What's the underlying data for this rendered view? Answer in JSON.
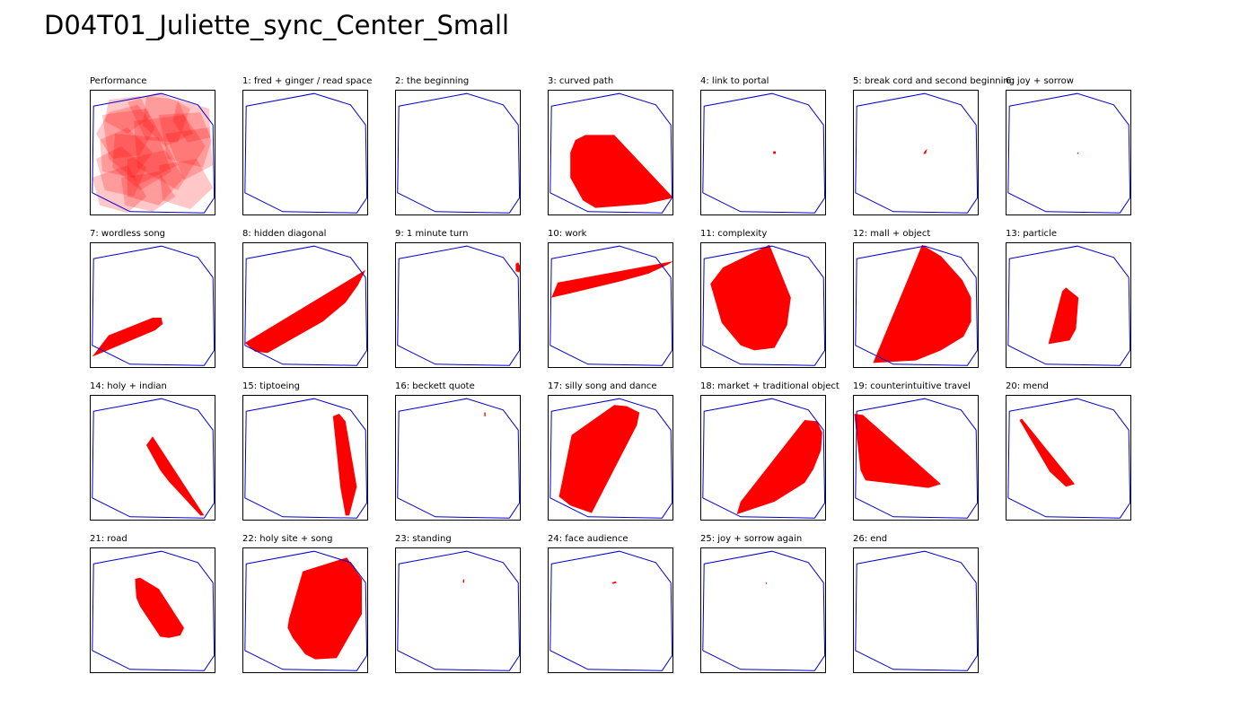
{
  "title": "D04T01_Juliette_sync_Center_Small",
  "colors": {
    "stage_outline": "#0000cc",
    "hull_fill": "#ff0000",
    "frame": "#000000"
  },
  "chart_data": {
    "type": "area",
    "coordinate_range": {
      "x": [
        0,
        1
      ],
      "y": [
        0,
        1
      ]
    },
    "stage_outline": [
      [
        0.03,
        0.13
      ],
      [
        0.57,
        0.03
      ],
      [
        0.86,
        0.12
      ],
      [
        0.98,
        0.28
      ],
      [
        0.99,
        0.86
      ],
      [
        0.91,
        0.98
      ],
      [
        0.32,
        0.97
      ],
      [
        0.02,
        0.82
      ]
    ],
    "panels": [
      {
        "title": "Performance",
        "hulls": [
          [
            [
              0.05,
              0.35
            ],
            [
              0.15,
              0.18
            ],
            [
              0.38,
              0.12
            ],
            [
              0.52,
              0.3
            ],
            [
              0.4,
              0.52
            ],
            [
              0.18,
              0.55
            ]
          ],
          [
            [
              0.3,
              0.1
            ],
            [
              0.55,
              0.02
            ],
            [
              0.8,
              0.15
            ],
            [
              0.7,
              0.42
            ],
            [
              0.45,
              0.4
            ]
          ],
          [
            [
              0.55,
              0.2
            ],
            [
              0.88,
              0.18
            ],
            [
              0.97,
              0.4
            ],
            [
              0.9,
              0.62
            ],
            [
              0.62,
              0.55
            ]
          ],
          [
            [
              0.05,
              0.55
            ],
            [
              0.25,
              0.45
            ],
            [
              0.45,
              0.62
            ],
            [
              0.35,
              0.85
            ],
            [
              0.12,
              0.8
            ]
          ],
          [
            [
              0.3,
              0.55
            ],
            [
              0.6,
              0.48
            ],
            [
              0.75,
              0.7
            ],
            [
              0.55,
              0.92
            ],
            [
              0.3,
              0.85
            ]
          ],
          [
            [
              0.55,
              0.6
            ],
            [
              0.85,
              0.55
            ],
            [
              0.98,
              0.78
            ],
            [
              0.8,
              0.95
            ],
            [
              0.58,
              0.88
            ]
          ],
          [
            [
              0.1,
              0.2
            ],
            [
              0.45,
              0.15
            ],
            [
              0.7,
              0.6
            ],
            [
              0.4,
              0.75
            ],
            [
              0.15,
              0.55
            ]
          ],
          [
            [
              0.35,
              0.25
            ],
            [
              0.75,
              0.2
            ],
            [
              0.92,
              0.45
            ],
            [
              0.7,
              0.8
            ],
            [
              0.38,
              0.62
            ]
          ],
          [
            [
              0.02,
              0.7
            ],
            [
              0.3,
              0.6
            ],
            [
              0.45,
              0.85
            ],
            [
              0.3,
              0.98
            ],
            [
              0.08,
              0.92
            ]
          ],
          [
            [
              0.2,
              0.35
            ],
            [
              0.55,
              0.38
            ],
            [
              0.65,
              0.65
            ],
            [
              0.4,
              0.8
            ],
            [
              0.18,
              0.62
            ]
          ],
          [
            [
              0.45,
              0.05
            ],
            [
              0.7,
              0.08
            ],
            [
              0.82,
              0.35
            ],
            [
              0.6,
              0.45
            ],
            [
              0.42,
              0.28
            ]
          ],
          [
            [
              0.6,
              0.35
            ],
            [
              0.95,
              0.3
            ],
            [
              0.98,
              0.6
            ],
            [
              0.75,
              0.72
            ]
          ],
          [
            [
              0.08,
              0.4
            ],
            [
              0.3,
              0.3
            ],
            [
              0.5,
              0.5
            ],
            [
              0.35,
              0.7
            ],
            [
              0.1,
              0.65
            ]
          ],
          [
            [
              0.25,
              0.7
            ],
            [
              0.55,
              0.65
            ],
            [
              0.68,
              0.85
            ],
            [
              0.5,
              0.97
            ],
            [
              0.28,
              0.92
            ]
          ],
          [
            [
              0.7,
              0.08
            ],
            [
              0.95,
              0.15
            ],
            [
              0.96,
              0.38
            ],
            [
              0.78,
              0.42
            ],
            [
              0.66,
              0.25
            ]
          ],
          [
            [
              0.15,
              0.08
            ],
            [
              0.4,
              0.05
            ],
            [
              0.48,
              0.22
            ],
            [
              0.3,
              0.35
            ],
            [
              0.12,
              0.25
            ]
          ]
        ]
      },
      {
        "title": "1: fred + ginger / read space",
        "hulls": []
      },
      {
        "title": "2: the beginning",
        "hulls": []
      },
      {
        "title": "3: curved path",
        "hulls": [
          [
            [
              0.22,
              0.4
            ],
            [
              0.3,
              0.36
            ],
            [
              0.53,
              0.36
            ],
            [
              1.0,
              0.86
            ],
            [
              0.78,
              0.91
            ],
            [
              0.38,
              0.94
            ],
            [
              0.28,
              0.88
            ],
            [
              0.18,
              0.7
            ],
            [
              0.18,
              0.5
            ]
          ]
        ]
      },
      {
        "title": "4: link to portal",
        "hulls": [
          [
            [
              0.58,
              0.49
            ],
            [
              0.6,
              0.49
            ],
            [
              0.6,
              0.51
            ],
            [
              0.58,
              0.51
            ]
          ]
        ]
      },
      {
        "title": "5: break cord and second beginning",
        "hulls": [
          [
            [
              0.57,
              0.49
            ],
            [
              0.59,
              0.47
            ],
            [
              0.58,
              0.51
            ],
            [
              0.56,
              0.51
            ]
          ]
        ]
      },
      {
        "title": "6: joy + sorrow",
        "hulls": [
          [
            [
              0.57,
              0.5
            ],
            [
              0.58,
              0.5
            ],
            [
              0.58,
              0.51
            ],
            [
              0.57,
              0.51
            ]
          ]
        ]
      },
      {
        "title": "7: wordless song",
        "hulls": [
          [
            [
              0.02,
              0.91
            ],
            [
              0.15,
              0.74
            ],
            [
              0.5,
              0.6
            ],
            [
              0.57,
              0.6
            ],
            [
              0.58,
              0.65
            ],
            [
              0.52,
              0.7
            ]
          ]
        ]
      },
      {
        "title": "8: hidden diagonal",
        "hulls": [
          [
            [
              0.02,
              0.8
            ],
            [
              0.98,
              0.22
            ],
            [
              0.99,
              0.2
            ],
            [
              0.92,
              0.34
            ],
            [
              0.82,
              0.48
            ],
            [
              0.64,
              0.63
            ],
            [
              0.2,
              0.88
            ],
            [
              0.1,
              0.87
            ]
          ]
        ]
      },
      {
        "title": "9: 1 minute turn",
        "hulls": [
          [
            [
              0.96,
              0.17
            ],
            [
              0.98,
              0.16
            ],
            [
              1.0,
              0.2
            ],
            [
              0.99,
              0.24
            ],
            [
              0.96,
              0.23
            ]
          ]
        ]
      },
      {
        "title": "10: work",
        "hulls": [
          [
            [
              0.03,
              0.44
            ],
            [
              0.08,
              0.32
            ],
            [
              1.0,
              0.15
            ],
            [
              0.95,
              0.18
            ],
            [
              0.8,
              0.25
            ],
            [
              0.58,
              0.31
            ],
            [
              0.12,
              0.42
            ]
          ]
        ]
      },
      {
        "title": "11: complexity",
        "hulls": [
          [
            [
              0.08,
              0.33
            ],
            [
              0.18,
              0.2
            ],
            [
              0.55,
              0.02
            ],
            [
              0.72,
              0.44
            ],
            [
              0.69,
              0.66
            ],
            [
              0.59,
              0.84
            ],
            [
              0.43,
              0.86
            ],
            [
              0.32,
              0.82
            ],
            [
              0.17,
              0.64
            ]
          ]
        ]
      },
      {
        "title": "12: mall + object",
        "hulls": [
          [
            [
              0.16,
              0.96
            ],
            [
              0.55,
              0.02
            ],
            [
              0.7,
              0.11
            ],
            [
              0.87,
              0.3
            ],
            [
              0.94,
              0.44
            ],
            [
              0.94,
              0.63
            ],
            [
              0.88,
              0.75
            ],
            [
              0.7,
              0.86
            ],
            [
              0.5,
              0.94
            ]
          ]
        ]
      },
      {
        "title": "13: particle",
        "hulls": [
          [
            [
              0.34,
              0.81
            ],
            [
              0.45,
              0.39
            ],
            [
              0.48,
              0.36
            ],
            [
              0.58,
              0.44
            ],
            [
              0.56,
              0.69
            ],
            [
              0.51,
              0.78
            ]
          ]
        ]
      },
      {
        "title": "14: holy + indian",
        "hulls": [
          [
            [
              0.45,
              0.4
            ],
            [
              0.5,
              0.33
            ],
            [
              0.91,
              0.96
            ],
            [
              0.88,
              0.96
            ],
            [
              0.63,
              0.69
            ],
            [
              0.56,
              0.6
            ]
          ]
        ]
      },
      {
        "title": "15: tiptoeing",
        "hulls": [
          [
            [
              0.72,
              0.17
            ],
            [
              0.77,
              0.15
            ],
            [
              0.82,
              0.21
            ],
            [
              0.91,
              0.73
            ],
            [
              0.85,
              0.96
            ],
            [
              0.82,
              0.96
            ],
            [
              0.78,
              0.74
            ]
          ]
        ]
      },
      {
        "title": "16: beckett quote",
        "hulls": [
          [
            [
              0.71,
              0.14
            ],
            [
              0.72,
              0.14
            ],
            [
              0.72,
              0.17
            ],
            [
              0.71,
              0.17
            ]
          ]
        ]
      },
      {
        "title": "17: silly song and dance",
        "hulls": [
          [
            [
              0.09,
              0.81
            ],
            [
              0.19,
              0.32
            ],
            [
              0.53,
              0.08
            ],
            [
              0.63,
              0.09
            ],
            [
              0.73,
              0.14
            ],
            [
              0.71,
              0.24
            ],
            [
              0.35,
              0.94
            ],
            [
              0.18,
              0.88
            ]
          ]
        ]
      },
      {
        "title": "18: market + traditional object",
        "hulls": [
          [
            [
              0.29,
              0.95
            ],
            [
              0.32,
              0.85
            ],
            [
              0.83,
              0.2
            ],
            [
              0.93,
              0.21
            ],
            [
              0.97,
              0.3
            ],
            [
              0.96,
              0.44
            ],
            [
              0.9,
              0.59
            ],
            [
              0.83,
              0.7
            ],
            [
              0.59,
              0.85
            ]
          ]
        ]
      },
      {
        "title": "19: counterintuitive travel",
        "hulls": [
          [
            [
              0.01,
              0.15
            ],
            [
              0.08,
              0.16
            ],
            [
              0.7,
              0.71
            ],
            [
              0.6,
              0.74
            ],
            [
              0.1,
              0.68
            ],
            [
              0.06,
              0.6
            ]
          ]
        ]
      },
      {
        "title": "20: mend",
        "hulls": [
          [
            [
              0.11,
              0.2
            ],
            [
              0.13,
              0.19
            ],
            [
              0.55,
              0.71
            ],
            [
              0.48,
              0.73
            ],
            [
              0.35,
              0.61
            ]
          ]
        ]
      },
      {
        "title": "21: road",
        "hulls": [
          [
            [
              0.36,
              0.25
            ],
            [
              0.4,
              0.24
            ],
            [
              0.55,
              0.33
            ],
            [
              0.75,
              0.64
            ],
            [
              0.72,
              0.7
            ],
            [
              0.63,
              0.72
            ],
            [
              0.56,
              0.71
            ],
            [
              0.4,
              0.47
            ],
            [
              0.37,
              0.4
            ]
          ]
        ]
      },
      {
        "title": "22: holy site + song",
        "hulls": [
          [
            [
              0.37,
              0.57
            ],
            [
              0.48,
              0.19
            ],
            [
              0.83,
              0.08
            ],
            [
              0.95,
              0.25
            ],
            [
              0.95,
              0.53
            ],
            [
              0.75,
              0.88
            ],
            [
              0.58,
              0.89
            ],
            [
              0.5,
              0.85
            ],
            [
              0.4,
              0.72
            ],
            [
              0.36,
              0.64
            ]
          ]
        ]
      },
      {
        "title": "23: standing",
        "hulls": [
          [
            [
              0.54,
              0.26
            ],
            [
              0.55,
              0.25
            ],
            [
              0.55,
              0.28
            ],
            [
              0.54,
              0.28
            ]
          ]
        ]
      },
      {
        "title": "24: face audience",
        "hulls": [
          [
            [
              0.51,
              0.28
            ],
            [
              0.54,
              0.27
            ],
            [
              0.55,
              0.28
            ],
            [
              0.52,
              0.29
            ]
          ]
        ]
      },
      {
        "title": "25: joy + sorrow again",
        "hulls": [
          [
            [
              0.52,
              0.28
            ],
            [
              0.53,
              0.28
            ],
            [
              0.53,
              0.29
            ],
            [
              0.52,
              0.29
            ]
          ]
        ]
      },
      {
        "title": "26: end",
        "hulls": []
      }
    ]
  }
}
